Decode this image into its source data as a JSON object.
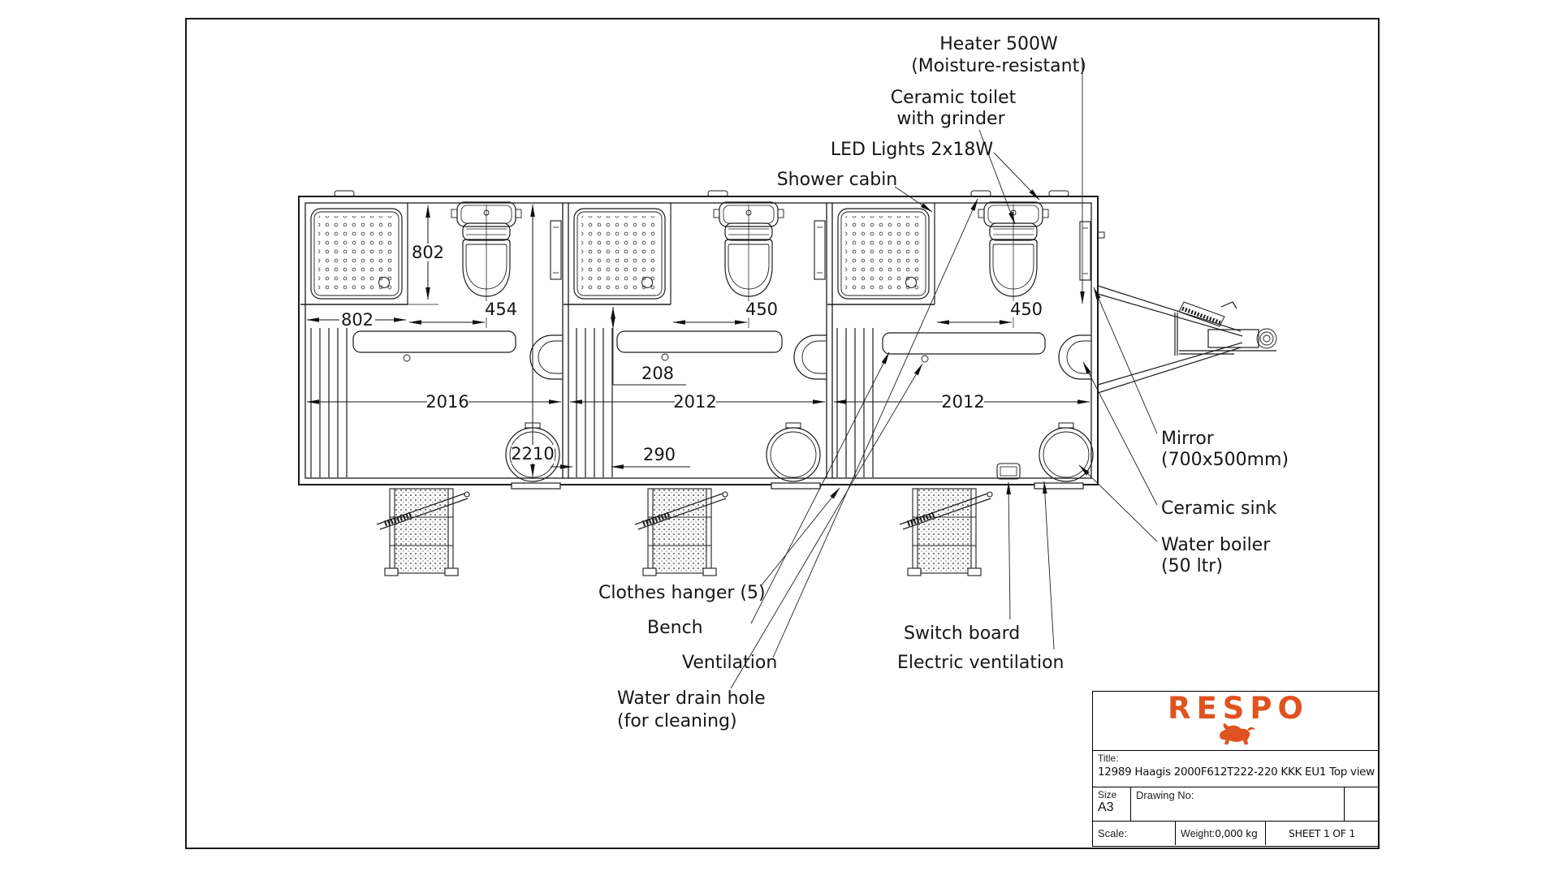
{
  "page": {
    "background": "#ffffff"
  },
  "callouts": {
    "heater_1": "Heater 500W",
    "heater_2": "(Moisture-resistant)",
    "toilet_1": "Ceramic toilet",
    "toilet_2": "with grinder",
    "led": "LED Lights 2x18W",
    "shower": "Shower cabin",
    "mirror_1": "Mirror",
    "mirror_2": "(700x500mm)",
    "sink": "Ceramic sink",
    "boiler_1": "Water boiler",
    "boiler_2": "(50 ltr)",
    "hanger": "Clothes hanger (5)",
    "bench": "Bench",
    "ventilation": "Ventilation",
    "drain_1": "Water drain hole",
    "drain_2": "(for cleaning)",
    "switchboard": "Switch board",
    "electric_ventilation": "Electric ventilation"
  },
  "dimensions": {
    "shower_w": "802",
    "shower_d": "802",
    "wc1": "454",
    "wc2": "450",
    "wc3": "450",
    "gap208": "208",
    "room1": "2016",
    "room2": "2012",
    "room3": "2012",
    "width2210": "2210",
    "hanger290": "290"
  },
  "title_block": {
    "logo": "RESPO",
    "logo_icon": "bull-icon",
    "brand_color": "#e0521f",
    "title_label": "Title:",
    "title": "12989 Haagis 2000F612T222-220 KKK EU1 Top view",
    "size_label": "Size",
    "size": "A3",
    "drawing_no_label": "Drawing No:",
    "scale_label": "Scale:",
    "weight_label": "Weight:",
    "weight_value": "0,000 kg",
    "sheet": "SHEET 1 OF 1"
  }
}
